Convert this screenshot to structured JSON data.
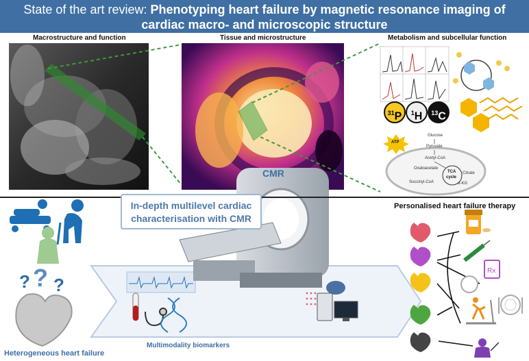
{
  "header": {
    "title_prefix": "State of the art review: ",
    "title_bold_1": "Phenotyping heart failure by magnetic resonance imaging of",
    "title_line_2": "cardiac macro- and microscopic structure"
  },
  "sections": {
    "macro": "Macrostructure and function",
    "tissue": "Tissue and microstructure",
    "metabolism": "Metabolism and subcellular function",
    "therapy": "Personalised heart failure therapy"
  },
  "isotopes": [
    {
      "mass": "31",
      "symbol": "P"
    },
    {
      "mass": "1",
      "symbol": "H"
    },
    {
      "mass": "13",
      "symbol": "C"
    }
  ],
  "metabolism_labels": {
    "atp": "ATP",
    "glucose": "Glucose",
    "pyruvate": "Pyruvate",
    "acetyl_coa": "Acetyl-CoA",
    "oxaloacetate": "Oxaloacetate",
    "citrate": "Citrate",
    "tca": "TCA",
    "cycle": "cycle",
    "succinyl": "Succinyl-CoA",
    "akg": "α-KG"
  },
  "cmr_label": "CMR",
  "callout": {
    "line1": "In-depth multilevel cardiac",
    "line2": "characterisation with CMR"
  },
  "bottom_labels": {
    "heterogeneous": "Heterogeneous heart failure",
    "biomarkers": "Multimodality biomarkers"
  },
  "colors": {
    "banner": "#3f6fa3",
    "accent_text": "#4d79a9",
    "arrow_fill": "#eef3fa",
    "arrow_stroke": "#b8cbe2",
    "green_dashed": "#3d9a3d",
    "band_green": "#2e8b2e"
  },
  "icons": [
    "patient-bed-icon",
    "elderly-person-icon",
    "question-mark-icon",
    "heart-icon",
    "mri-scanner-icon",
    "ecg-icon",
    "test-tube-icon",
    "dna-icon",
    "stethoscope-icon",
    "brain-computer-icon",
    "pill-bottle-icon",
    "syringe-icon",
    "prescription-icon",
    "plate-icon",
    "treadmill-icon",
    "surgeon-icon",
    "mitochondrion-icon",
    "atp-burst-icon"
  ]
}
